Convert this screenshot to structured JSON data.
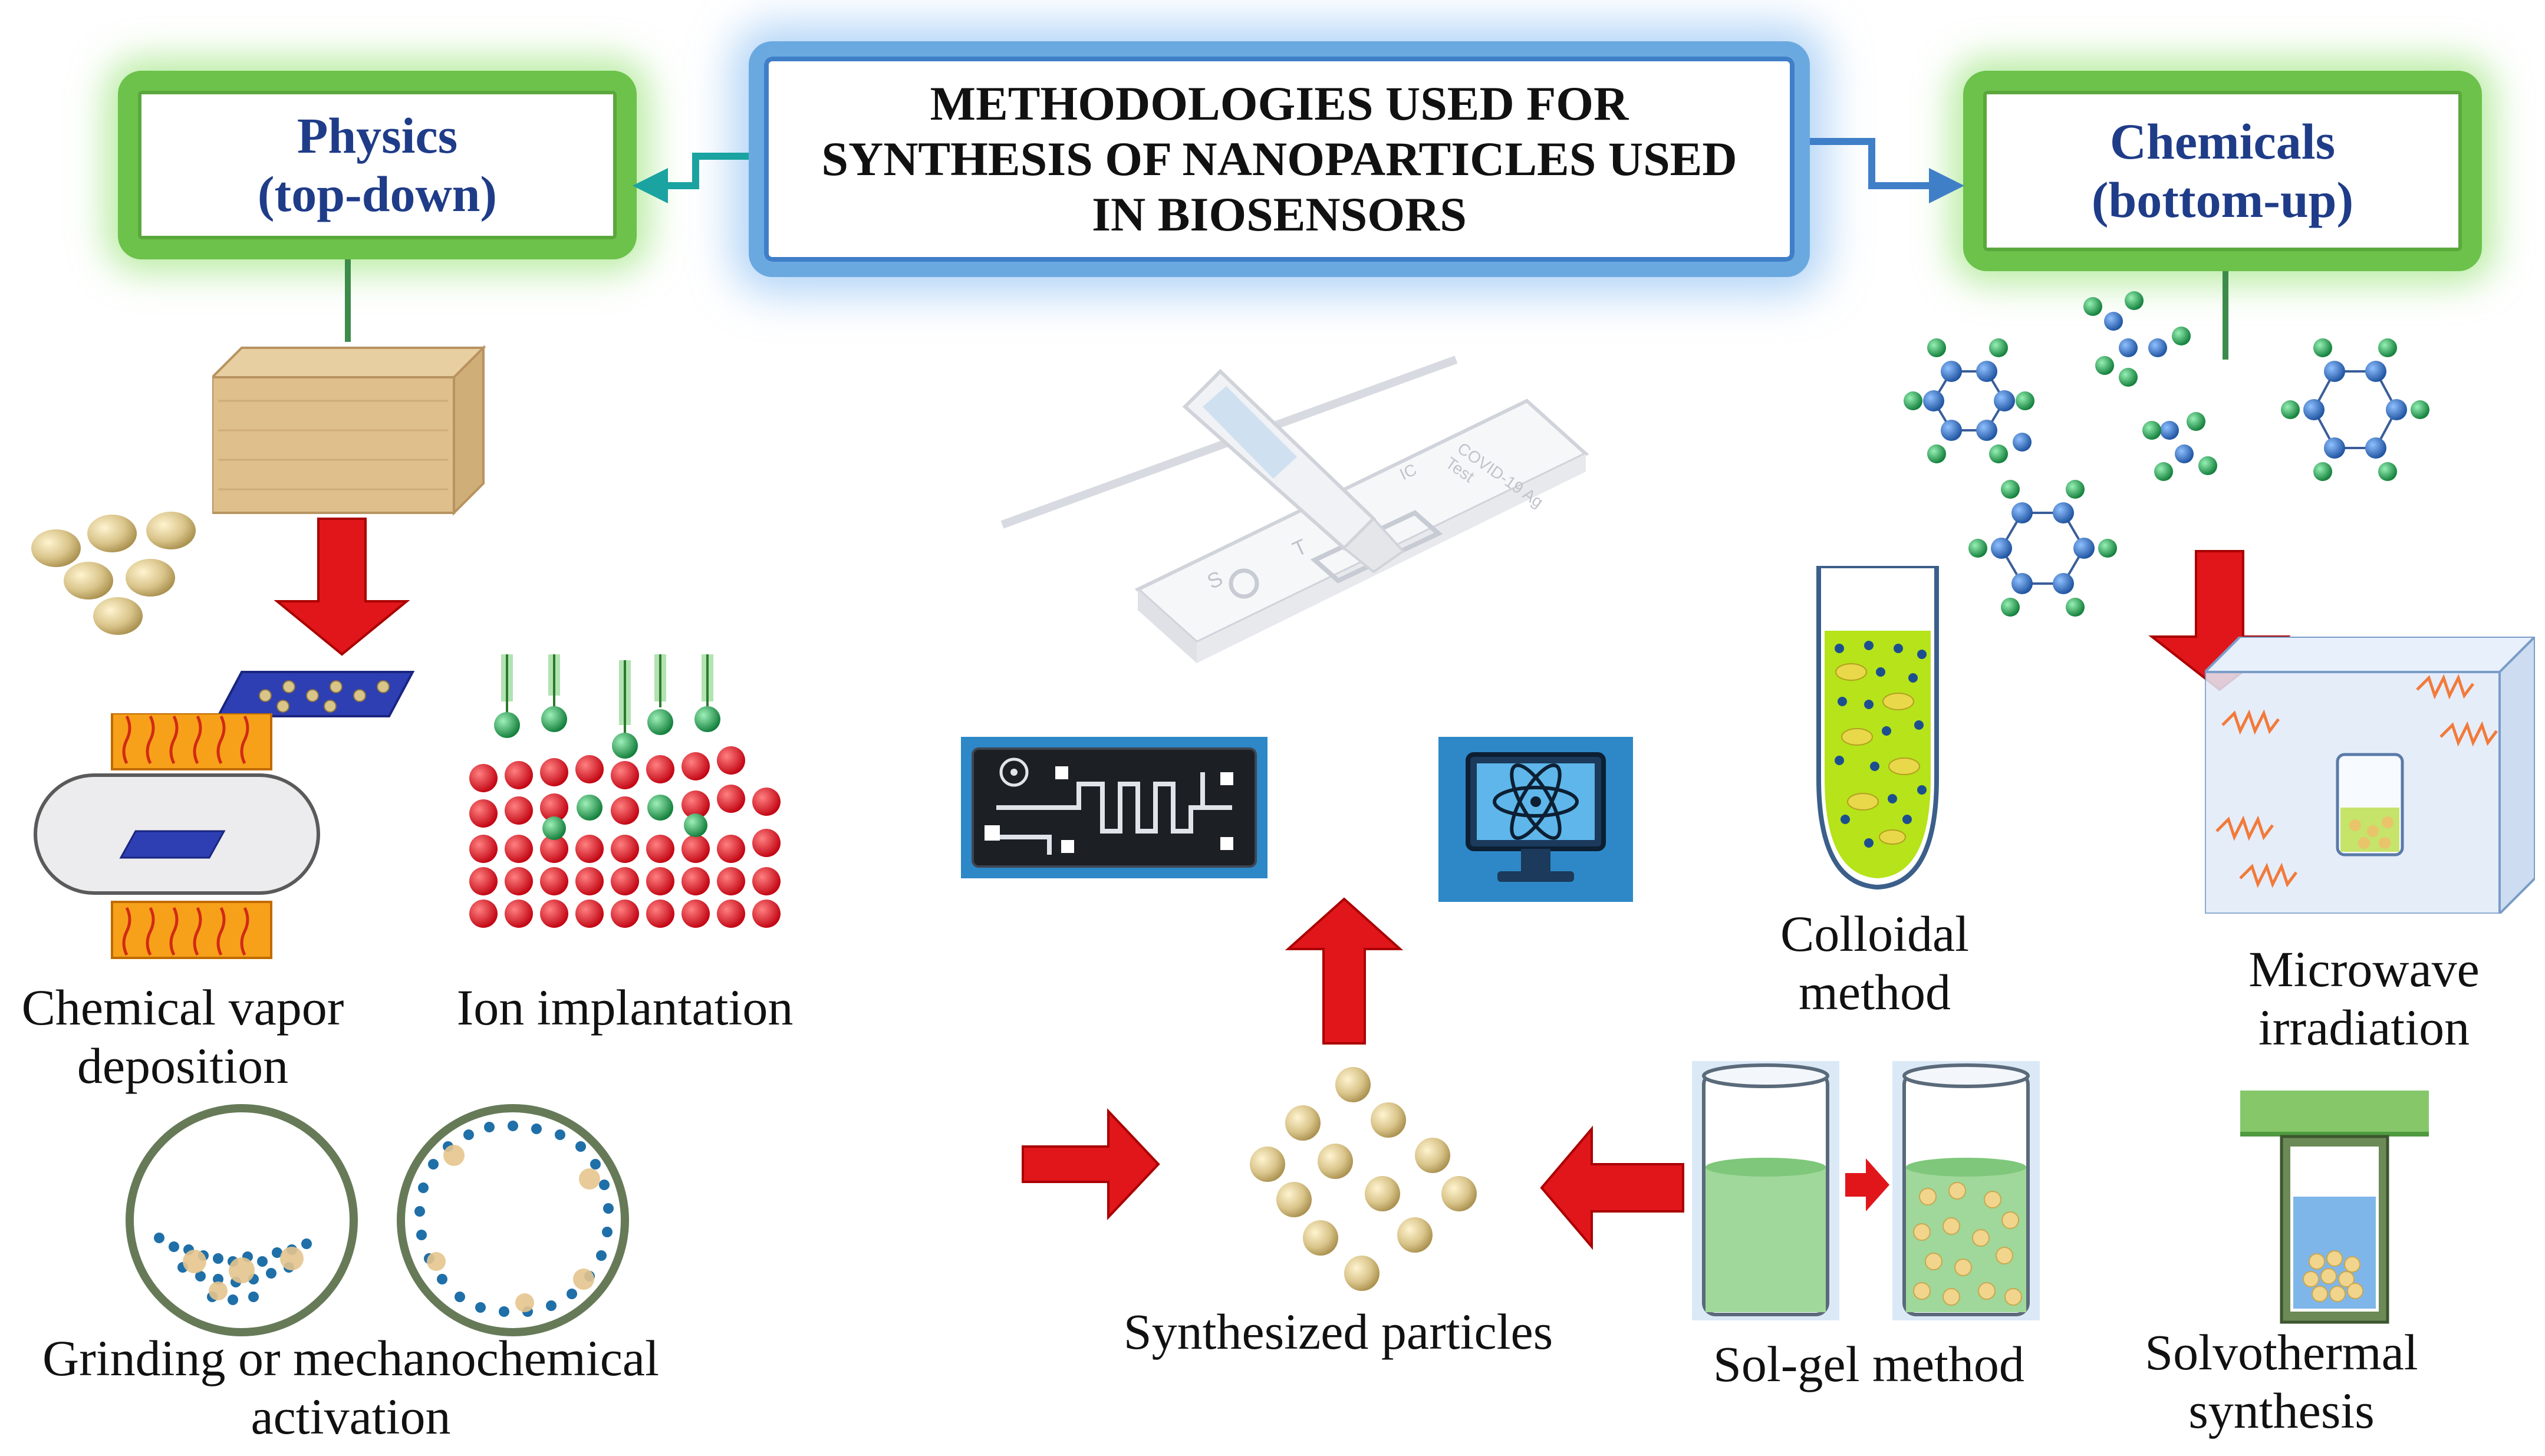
{
  "title": {
    "lines": [
      "METHODOLOGIES USED FOR",
      "SYNTHESIS OF NANOPARTICLES USED",
      "IN BIOSENSORS"
    ]
  },
  "physics_box": {
    "line1": "Physics",
    "line2": "(top-down)"
  },
  "chemicals_box": {
    "line1": "Chemicals",
    "line2": "(bottom-up)"
  },
  "labels": {
    "cvd": [
      "Chemical vapor",
      "deposition"
    ],
    "ion_implantation": "Ion implantation",
    "grinding": [
      "Grinding  or mechanochemical",
      "activation"
    ],
    "synthesized": "Synthesized  particles",
    "sol_gel": "Sol-gel  method",
    "colloidal": [
      "Colloidal",
      "method"
    ],
    "microwave": [
      "Microwave",
      "irradiation"
    ],
    "solvothermal": [
      "Solvothermal",
      "synthesis"
    ]
  },
  "test_strip": {
    "text_line1": "COVID-19 Ag",
    "text_line2": "Test",
    "ic": "IC",
    "c": "C",
    "t": "T",
    "s": "S"
  },
  "colors": {
    "green_frame": "#6cc24a",
    "blue_frame": "#6aa9e0",
    "heading_text": "#1f3c88",
    "arrow_red": "#e0161b",
    "particle_gold": "#d9c48a",
    "atom_blue": "#2766b5",
    "atom_green": "#1f9e4d"
  },
  "icons": [
    "microfluidic-chip-icon",
    "computer-atom-icon",
    "test-strip-icon",
    "wood-block-icon",
    "mortar-icon",
    "beaker-icon",
    "test-tube-icon",
    "microwave-box-icon",
    "autoclave-icon"
  ]
}
